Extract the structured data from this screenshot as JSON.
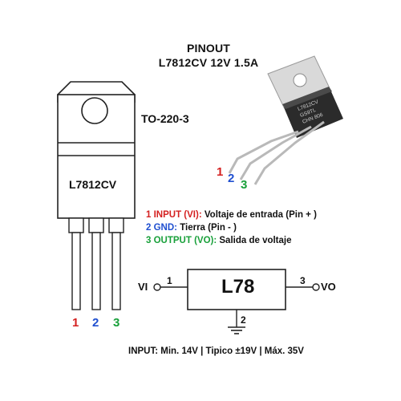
{
  "header": {
    "title_line1": "PINOUT",
    "title_line2": "L7812CV  12V 1.5A"
  },
  "package": {
    "type_label": "TO-220-3",
    "body_label": "L7812CV"
  },
  "photo": {
    "marking_line1": "L7812CV",
    "marking_line2": "GS9TL",
    "marking_line3": "CHN 806"
  },
  "pin_numbers": {
    "p1": "1",
    "p2": "2",
    "p3": "3"
  },
  "legend": [
    {
      "num": "1",
      "name": "INPUT (VI):",
      "desc": " Voltaje de entrada  (Pin + )",
      "color": "#d42020"
    },
    {
      "num": "2",
      "name": "GND:",
      "desc": " Tierra  (Pin - )",
      "color": "#1f4fd0"
    },
    {
      "num": "3",
      "name": "OUTPUT (VO):",
      "desc": " Salida de voltaje",
      "color": "#18a03a"
    }
  ],
  "schematic": {
    "block_label": "L78",
    "vi_label": "VI",
    "vo_label": "VO",
    "pin1": "1",
    "pin2": "2",
    "pin3": "3"
  },
  "footer": {
    "text": "INPUT: Min. 14V | Tipico ±19V | Máx. 35V"
  },
  "colors": {
    "pin1": "#d42020",
    "pin2": "#1f4fd0",
    "pin3": "#18a03a",
    "line": "#222222"
  }
}
